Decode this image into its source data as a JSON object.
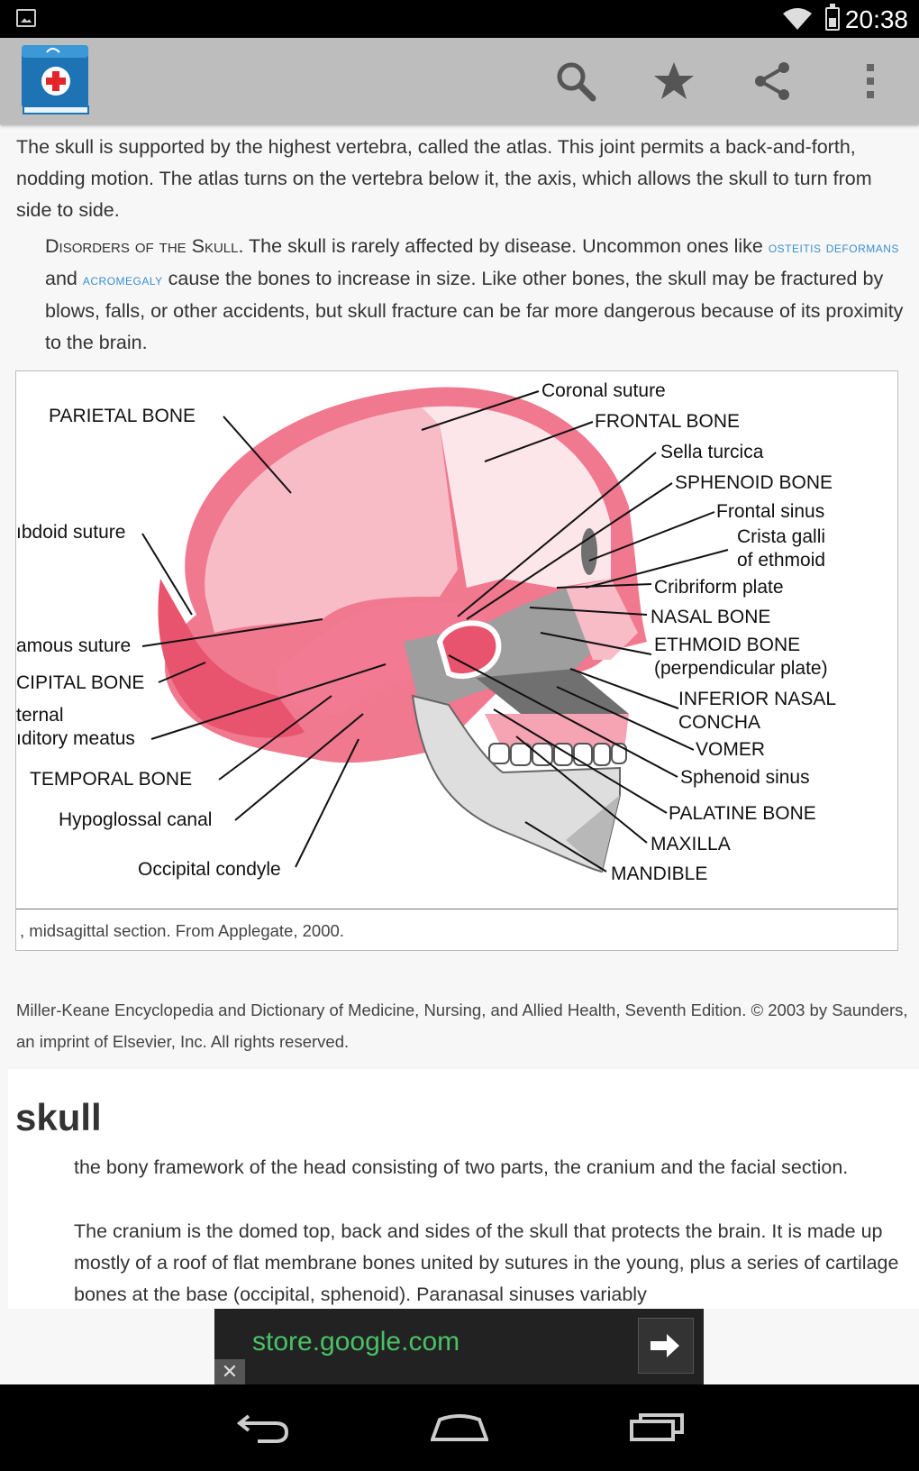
{
  "status_bar": {
    "time": "20:38"
  },
  "app_bar": {
    "actions": [
      "search-icon",
      "star-icon",
      "share-icon",
      "overflow-menu-icon"
    ]
  },
  "article": {
    "para1": "The skull is supported by the highest vertebra, called the atlas. This joint permits a back-and-forth, nodding motion. The atlas turns on the vertebra below it, the axis, which allows the skull to turn from side to side.",
    "disorders_heading": "Disorders of the Skull.",
    "disorders_text_1": " The skull is rarely affected by disease. Uncommon ones like ",
    "link_osteitis": "osteitis deformans",
    "disorders_text_2": " and ",
    "link_acromegaly": "acromegaly",
    "disorders_text_3": " cause the bones to increase in size. Like other bones, the skull may be fractured by blows, falls, or other accidents, but skull fracture can be far more dangerous because of its proximity to the brain."
  },
  "figure": {
    "labels_left": [
      "PARIETAL BONE",
      "ıbdoid suture",
      "amous suture",
      "CIPITAL BONE",
      "ternal",
      "ıditory meatus",
      "TEMPORAL BONE",
      "Hypoglossal canal",
      "Occipital condyle"
    ],
    "labels_right": [
      "Coronal suture",
      "FRONTAL BONE",
      "Sella turcica",
      "SPHENOID BONE",
      "Frontal sinus",
      "Crista galli",
      "of ethmoid",
      "Cribriform plate",
      "NASAL BONE",
      "ETHMOID BONE",
      "(perpendicular plate)",
      "INFERIOR NASAL",
      "CONCHA",
      "VOMER",
      "Sphenoid sinus",
      "PALATINE BONE",
      "MAXILLA",
      "MANDIBLE"
    ],
    "caption": ", midsagittal section. From Applegate, 2000."
  },
  "source": "Miller-Keane Encyclopedia and Dictionary of Medicine, Nursing, and Allied Health, Seventh Edition. © 2003 by Saunders, an imprint of Elsevier, Inc. All rights reserved.",
  "entry": {
    "term": "skull",
    "def1": "the bony framework of the head consisting of two parts, the cranium and the facial section.",
    "def2": "The cranium is the domed top, back and sides of the skull that protects the brain. It is made up mostly of a roof of flat membrane bones united by sutures in the young, plus a series of cartilage bones at the base (occipital, sphenoid). Paranasal sinuses variably"
  },
  "ad": {
    "text": "store.google.com",
    "close": "✕"
  },
  "colors": {
    "app_bar": "#bdbdbd",
    "link": "#3a8fd0",
    "ad_text": "#49c266",
    "bone_pink": "#f4a5b4",
    "bone_red": "#e8546e"
  }
}
